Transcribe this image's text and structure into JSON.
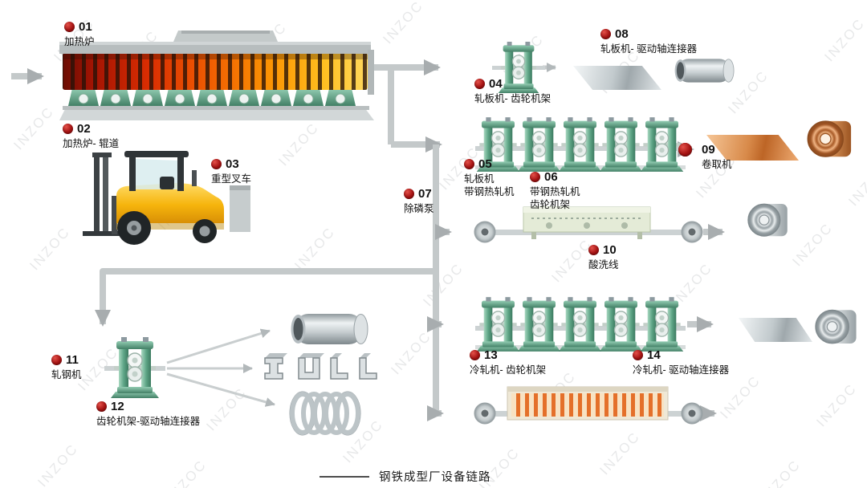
{
  "watermark": "INZOC",
  "legend": {
    "text": "钢铁成型厂设备链路"
  },
  "markers": [
    {
      "id": "01",
      "label": "加热炉"
    },
    {
      "id": "02",
      "label": "加热炉- 辊道"
    },
    {
      "id": "03",
      "label": "重型叉车"
    },
    {
      "id": "04",
      "label": "轧板机- 齿轮机架"
    },
    {
      "id": "05",
      "label": "轧板机\n带钢热轧机"
    },
    {
      "id": "06",
      "label": "带钢热轧机\n齿轮机架"
    },
    {
      "id": "07",
      "label": "除磷泵"
    },
    {
      "id": "08",
      "label": "轧板机- 驱动轴连接器"
    },
    {
      "id": "09",
      "label": "卷取机"
    },
    {
      "id": "10",
      "label": "酸洗线"
    },
    {
      "id": "11",
      "label": "轧钢机"
    },
    {
      "id": "12",
      "label": "齿轮机架-驱动轴连接器"
    },
    {
      "id": "13",
      "label": "冷轧机- 齿轮机架"
    },
    {
      "id": "14",
      "label": "冷轧机- 驱动轴连接器"
    }
  ],
  "illustrations": [
    "heating-furnace",
    "furnace-roller-table",
    "forklift",
    "gear-stand-mill",
    "hot-strip-mill-train",
    "cold-mill-train",
    "steel-plate",
    "copper-plate",
    "steel-tube",
    "steel-coil",
    "copper-coil",
    "pickling-line",
    "striped-process-line",
    "steel-profiles",
    "wire-spring",
    "flow-arrows"
  ],
  "colors": {
    "marker_red": "#a31212",
    "connector_gray": "#c4c9ca",
    "machine_green": "#5fa687",
    "furnace_hot_start": "#6b0d03",
    "furnace_hot_end": "#ffd95e",
    "forklift_yellow": "#f6b40c",
    "copper": "#c97a3c",
    "silver": "#c3cacd"
  }
}
